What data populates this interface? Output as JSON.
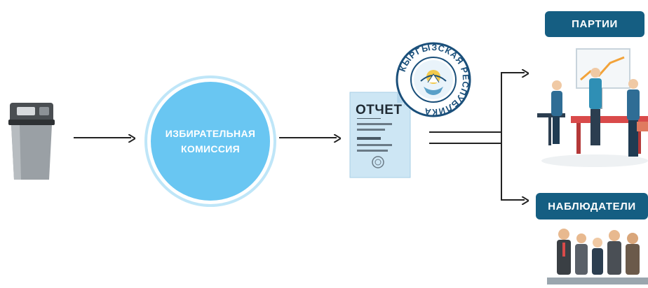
{
  "commission": {
    "line1": "ИЗБИРАТЕЛЬНАЯ",
    "line2": "КОМИССИЯ"
  },
  "report": {
    "title": "ОТЧЕТ"
  },
  "stamp": {
    "text": "КЫРГЫЗСКАЯ РЕСПУБЛИКА"
  },
  "recipients": {
    "parties": "ПАРТИИ",
    "observers": "НАБЛЮДАТЕЛИ"
  },
  "colors": {
    "commission_fill": "#69c6f2",
    "pill_fill": "#155e82",
    "document_fill": "#cde6f4"
  }
}
